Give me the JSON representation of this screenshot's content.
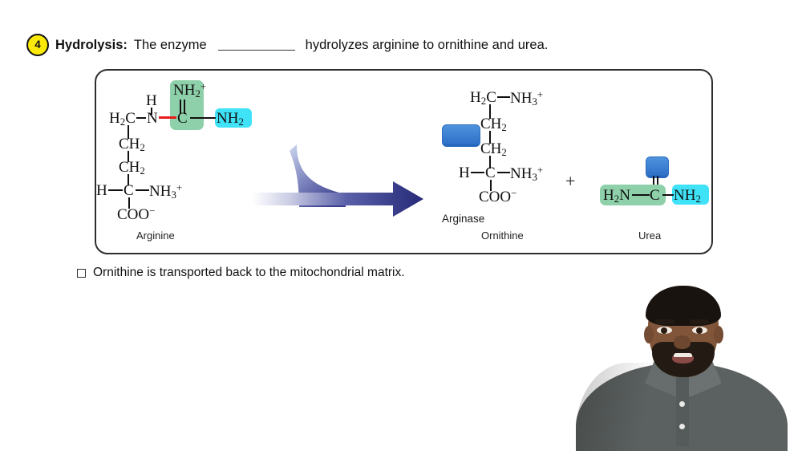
{
  "header": {
    "step_number": "4",
    "title": "Hydrolysis:",
    "text_before_blank": "The enzyme",
    "text_after_blank": "hydrolyzes arginine to ornithine and urea."
  },
  "reaction": {
    "enzyme_label": "Arginase",
    "plus_sign": "+",
    "redacted_reactant": "h2o-redaction-box",
    "reactant": {
      "caption": "Arginine",
      "atoms": {
        "nh2_imine": "NH",
        "nh2_imine_sub": "2",
        "nh2_imine_charge": "+",
        "h_label": "H",
        "h2c": "H",
        "h2c_sub": "2",
        "h2c_c": "C",
        "n_label": "N",
        "c_center": "C",
        "nh2_right": "NH",
        "nh2_right_sub": "2",
        "ch2_upper": "CH",
        "ch2_upper_sub": "2",
        "ch2_lower": "CH",
        "ch2_lower_sub": "2",
        "h_alpha": "H",
        "c_alpha": "C",
        "nh3": "NH",
        "nh3_sub": "3",
        "nh3_charge": "+",
        "coo": "COO",
        "coo_charge": "−"
      }
    },
    "product_1": {
      "caption": "Ornithine",
      "atoms": {
        "h2c": "H",
        "h2c_sub": "2",
        "h2c_c": "C",
        "nh3_top": "NH",
        "nh3_top_sub": "3",
        "nh3_top_charge": "+",
        "ch2_upper": "CH",
        "ch2_upper_sub": "2",
        "ch2_lower": "CH",
        "ch2_lower_sub": "2",
        "h_alpha": "H",
        "c_alpha": "C",
        "nh3": "NH",
        "nh3_sub": "3",
        "nh3_charge": "+",
        "coo": "COO",
        "coo_charge": "−"
      }
    },
    "product_2": {
      "caption": "Urea",
      "redacted_atom": "o-redaction-box",
      "atoms": {
        "h2n": "H",
        "h2n_sub": "2",
        "h2n_n": "N",
        "c_center": "C",
        "nh2": "NH",
        "nh2_sub": "2"
      }
    }
  },
  "bullet": {
    "marker": "□",
    "text": "Ornithine is transported back to the mitochondrial matrix."
  },
  "colors": {
    "badge_yellow": "#fbe90a",
    "highlight_green": "#8ed0a9",
    "highlight_cyan": "#3fe2f7",
    "redaction_blue": "#3f82d4",
    "arrow_navy": "#2b2f83",
    "bond_red": "#e81c1c"
  }
}
